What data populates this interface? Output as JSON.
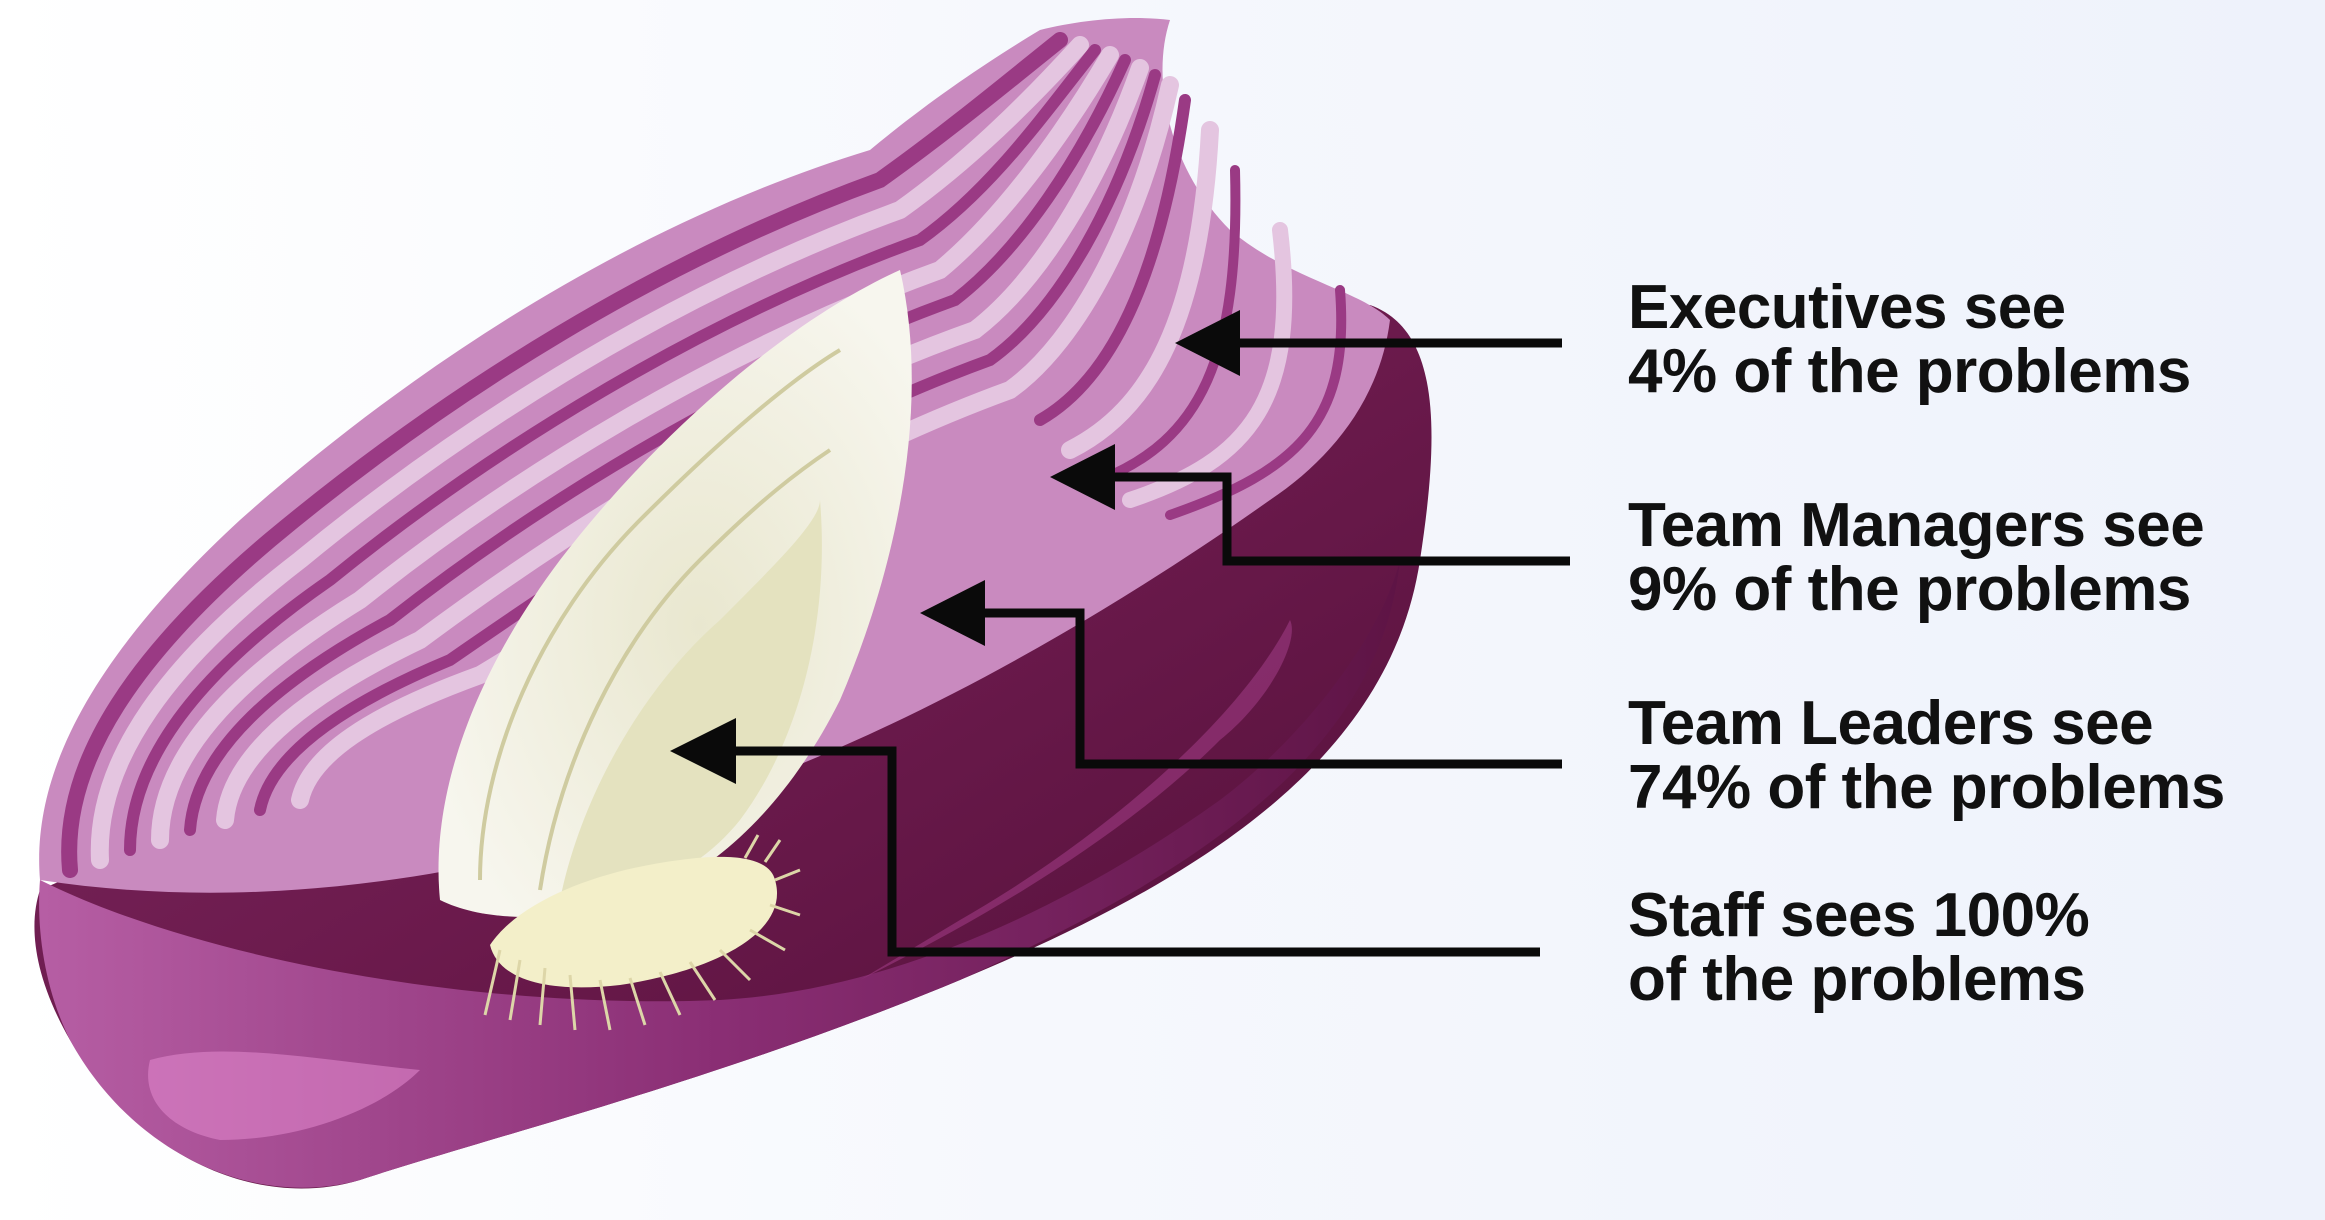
{
  "labels": [
    {
      "line1": "Executives see",
      "line2": "4% of the problems"
    },
    {
      "line1": "Team Managers see",
      "line2": "9% of the problems"
    },
    {
      "line1": "Team Leaders see",
      "line2": "74% of the problems"
    },
    {
      "line1": "Staff sees 100%",
      "line2": "of the problems"
    }
  ],
  "colors": {
    "arrow": "#0a0a0a",
    "text": "#111111",
    "onion_skin_dark": "#6a1a4a",
    "onion_skin_mid": "#9a3a7c",
    "onion_layer_light": "#d7a9cd",
    "onion_layer_dark": "#9a3a84",
    "onion_core": "#eeeedd",
    "root_plate": "#f3efc9"
  }
}
